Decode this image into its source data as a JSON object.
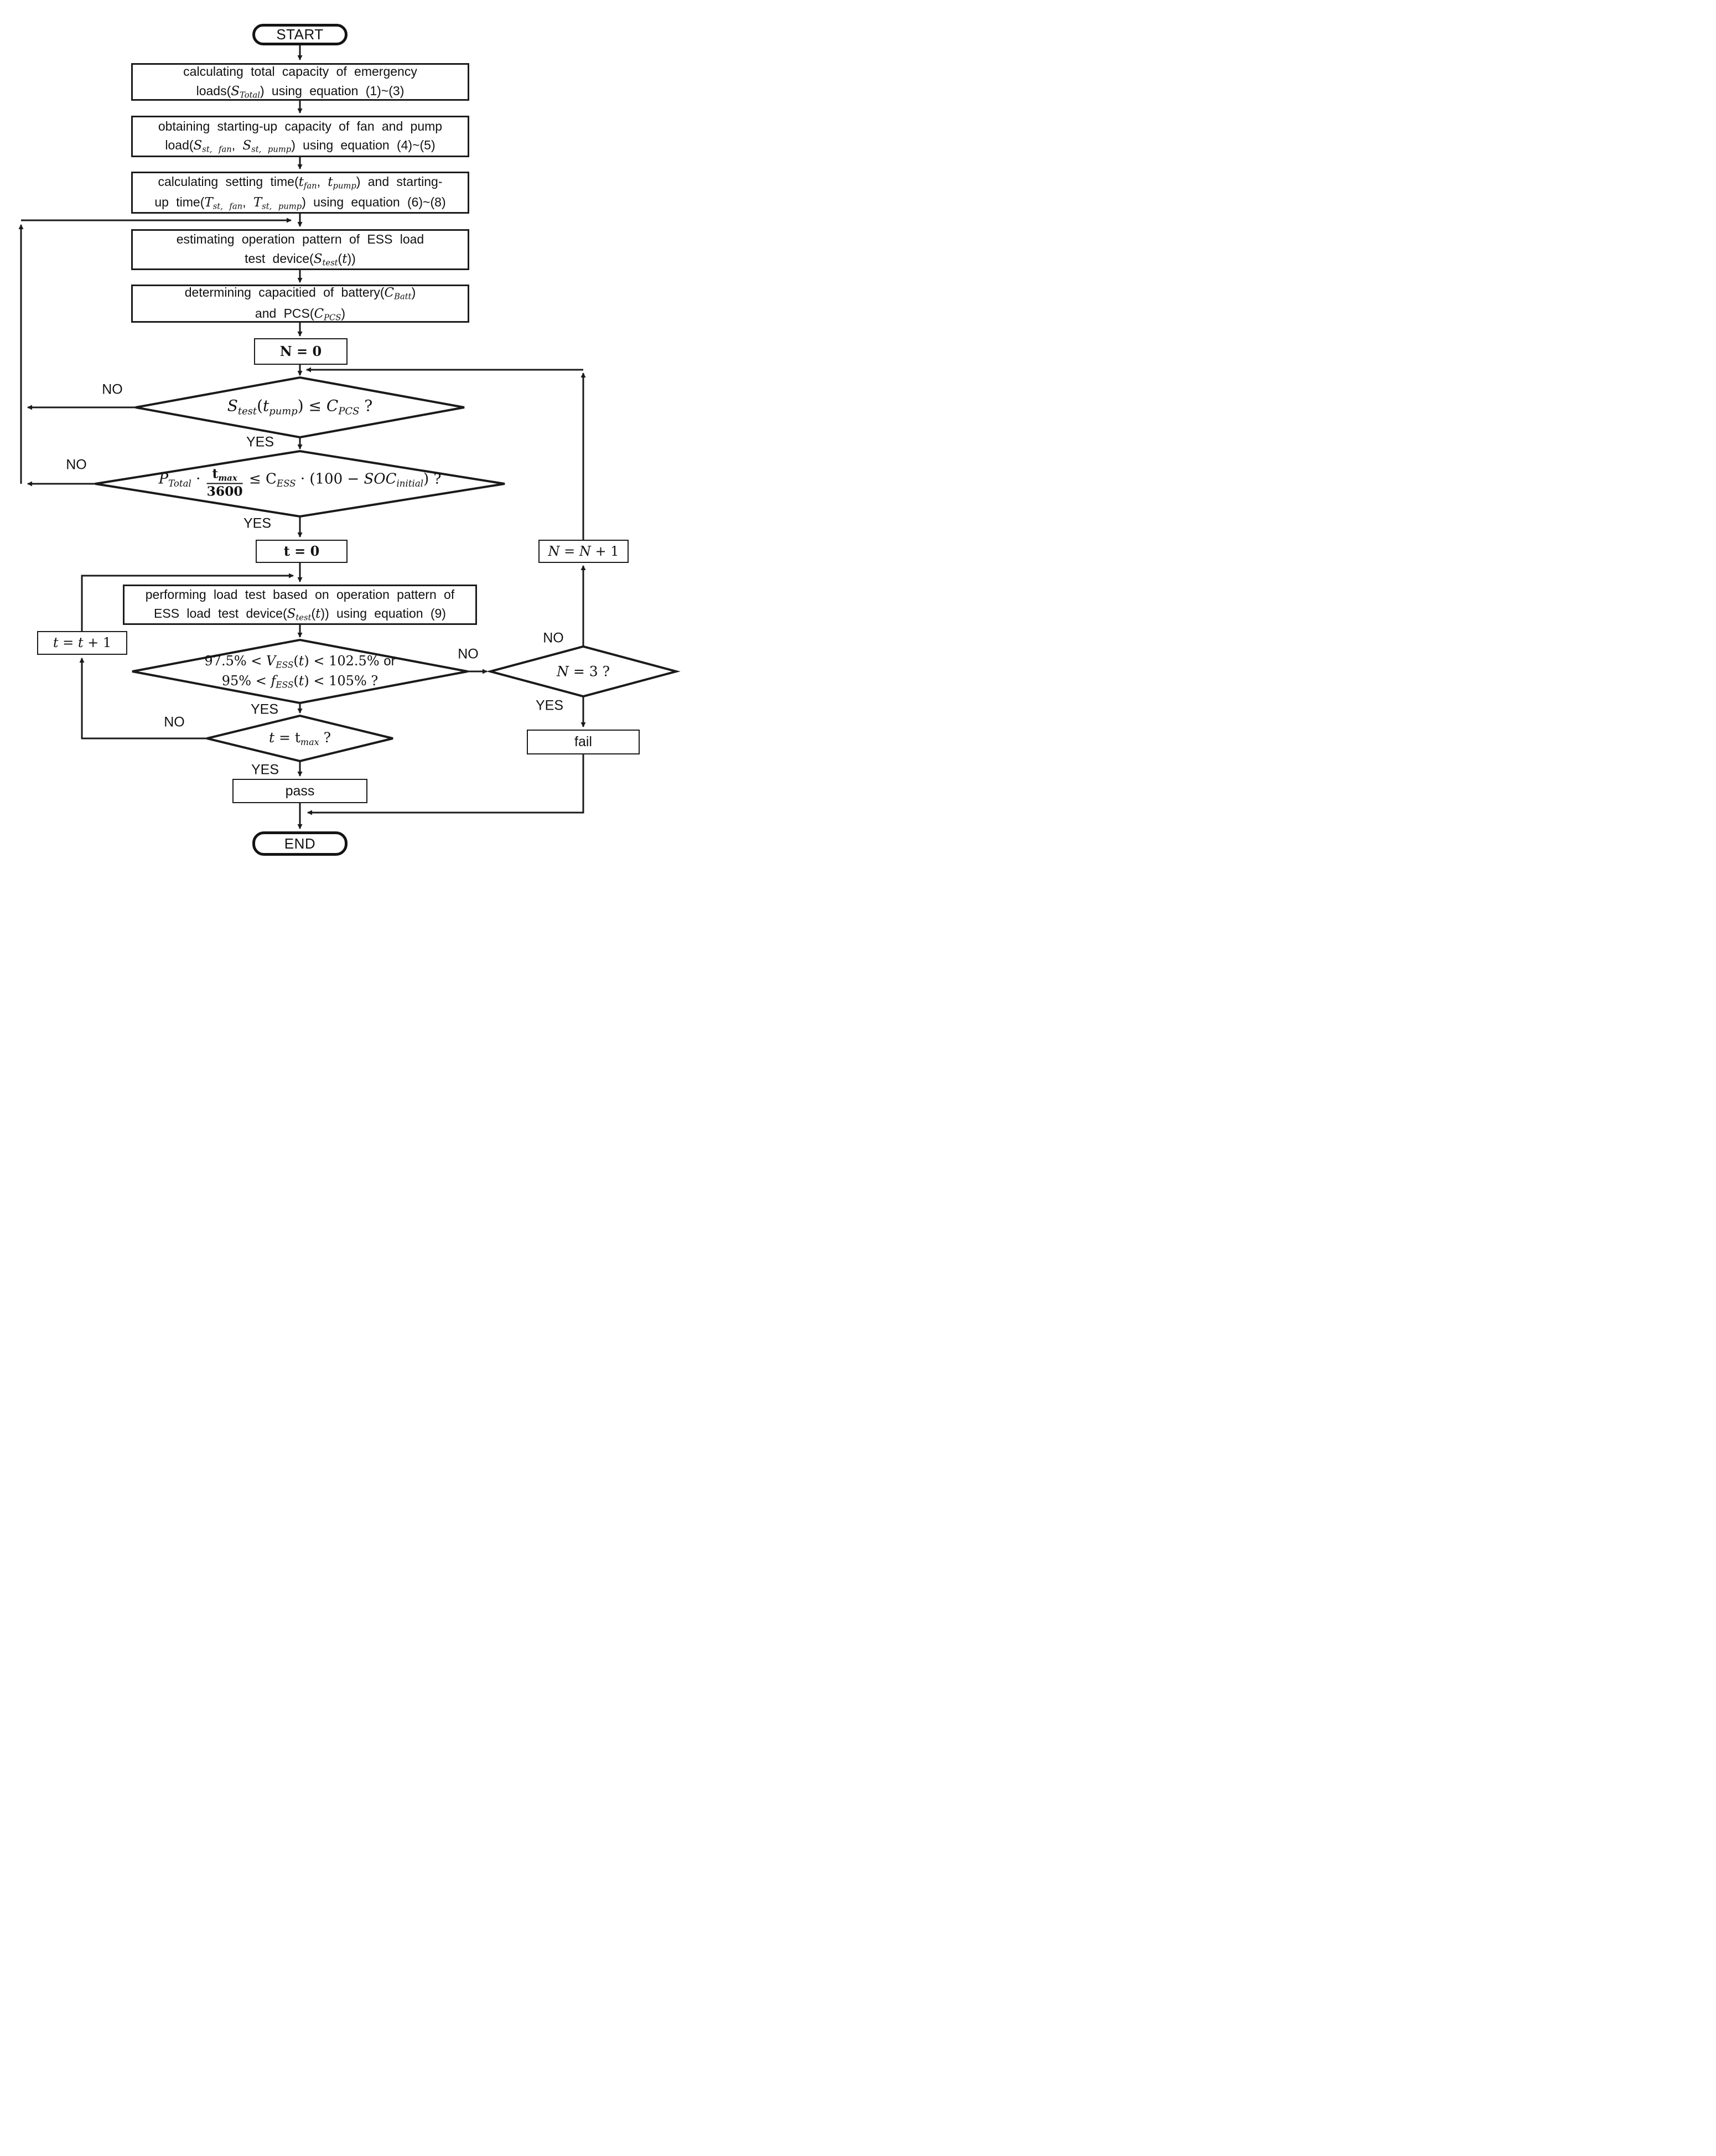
{
  "page": {
    "background": "#ffffff",
    "ink": "#1a1a1a"
  },
  "terminals": {
    "start": "START",
    "end": "END"
  },
  "process_nodes": {
    "calc_total": {
      "lines": [
        [
          {
            "t": "calculating total capacity of emergency"
          }
        ],
        [
          {
            "t": "loads("
          },
          {
            "v": "S"
          },
          {
            "s": "Total"
          },
          {
            "t": ") using equation (1)~(3)"
          }
        ]
      ]
    },
    "starting_capacity": {
      "lines": [
        [
          {
            "t": "obtaining starting-up capacity of fan and pump"
          }
        ],
        [
          {
            "t": "load("
          },
          {
            "v": "S"
          },
          {
            "s": "st, fan"
          },
          {
            "t": ", "
          },
          {
            "v": "S"
          },
          {
            "s": "st, pump"
          },
          {
            "t": ") using equation (4)~(5)"
          }
        ]
      ]
    },
    "setting_time": {
      "lines": [
        [
          {
            "t": "calculating setting time("
          },
          {
            "v": "t"
          },
          {
            "s": "fan"
          },
          {
            "t": ", "
          },
          {
            "v": "t"
          },
          {
            "s": "pump"
          },
          {
            "t": ") and starting-"
          }
        ],
        [
          {
            "t": "up time("
          },
          {
            "v": "T"
          },
          {
            "s": "st, fan"
          },
          {
            "t": ", "
          },
          {
            "v": "T"
          },
          {
            "s": "st, pump"
          },
          {
            "t": ") using equation (6)~(8)"
          }
        ]
      ]
    },
    "operation_pattern": {
      "lines": [
        [
          {
            "t": "estimating operation pattern of ESS load"
          }
        ],
        [
          {
            "t": "test device("
          },
          {
            "v": "S"
          },
          {
            "s": "test"
          },
          {
            "t": "("
          },
          {
            "v": "t"
          },
          {
            "t": "))"
          }
        ]
      ]
    },
    "capacities": {
      "lines": [
        [
          {
            "t": "determining capacitied of battery("
          },
          {
            "v": "C"
          },
          {
            "s": "Batt"
          },
          {
            "t": ")"
          }
        ],
        [
          {
            "t": "and PCS("
          },
          {
            "v": "C"
          },
          {
            "s": "PCS"
          },
          {
            "t": ")"
          }
        ]
      ]
    },
    "load_test": {
      "lines": [
        [
          {
            "t": "performing load test based on operation pattern of"
          }
        ],
        [
          {
            "t": "ESS load test device("
          },
          {
            "v": "S"
          },
          {
            "s": "test"
          },
          {
            "t": "("
          },
          {
            "v": "t"
          },
          {
            "t": ")) using equation (9)"
          }
        ]
      ]
    },
    "n_init": {
      "segs": [
        {
          "u": "N = 0"
        }
      ]
    },
    "t_init": {
      "segs": [
        {
          "u": "t = 0"
        }
      ]
    },
    "n_increment": {
      "segs": [
        {
          "v": "N"
        },
        {
          "u": " = "
        },
        {
          "v": "N"
        },
        {
          "u": " + 1"
        }
      ]
    },
    "t_increment": {
      "segs": [
        {
          "v": "t"
        },
        {
          "u": " = "
        },
        {
          "v": "t"
        },
        {
          "u": " + 1"
        }
      ]
    },
    "fail": {
      "label": "fail"
    },
    "pass": {
      "label": "pass"
    }
  },
  "decisions": {
    "pcs_check": {
      "segs": [
        {
          "v": "S"
        },
        {
          "s": "test"
        },
        {
          "u": "("
        },
        {
          "v": "t"
        },
        {
          "s": "pump"
        },
        {
          "u": ")  ≤  "
        },
        {
          "v": "C"
        },
        {
          "s": "PCS"
        },
        {
          "u": "  ?"
        }
      ]
    },
    "ess_energy_check": {
      "segs": [
        {
          "v": "P"
        },
        {
          "s": "Total"
        },
        {
          "u": " · "
        },
        {
          "frac": {
            "num": [
              {
                "u": "t"
              },
              {
                "s": "max"
              }
            ],
            "den": [
              {
                "u": "3600"
              }
            ]
          }
        },
        {
          "u": "  ≤  C"
        },
        {
          "s": "ESS"
        },
        {
          "u": " · (100 − "
        },
        {
          "v": "SOC"
        },
        {
          "s": "initial"
        },
        {
          "u": ")  ?"
        }
      ]
    },
    "voltage_freq_check": {
      "lines": [
        [
          {
            "u": "97.5% < "
          },
          {
            "v": "V"
          },
          {
            "s": "ESS"
          },
          {
            "u": "("
          },
          {
            "v": "t"
          },
          {
            "u": ") < 102.5% "
          },
          {
            "t": "or"
          }
        ],
        [
          {
            "u": "95% < "
          },
          {
            "v": "f"
          },
          {
            "s": "ESS"
          },
          {
            "u": "("
          },
          {
            "v": "t"
          },
          {
            "u": ") < 105%  ?"
          }
        ]
      ]
    },
    "n_limit_check": {
      "segs": [
        {
          "v": "N"
        },
        {
          "u": " = 3 ?"
        }
      ]
    },
    "t_max_check": {
      "segs": [
        {
          "v": "t"
        },
        {
          "u": " = t"
        },
        {
          "s": "max"
        },
        {
          "u": "  ?"
        }
      ]
    }
  },
  "edge_labels": {
    "pcs_no": "NO",
    "pcs_yes": "YES",
    "ess_no": "NO",
    "ess_yes": "YES",
    "vf_no": "NO",
    "vf_yes": "YES",
    "n_no": "NO",
    "n_yes": "YES",
    "tmax_no": "NO",
    "tmax_yes": "YES"
  }
}
